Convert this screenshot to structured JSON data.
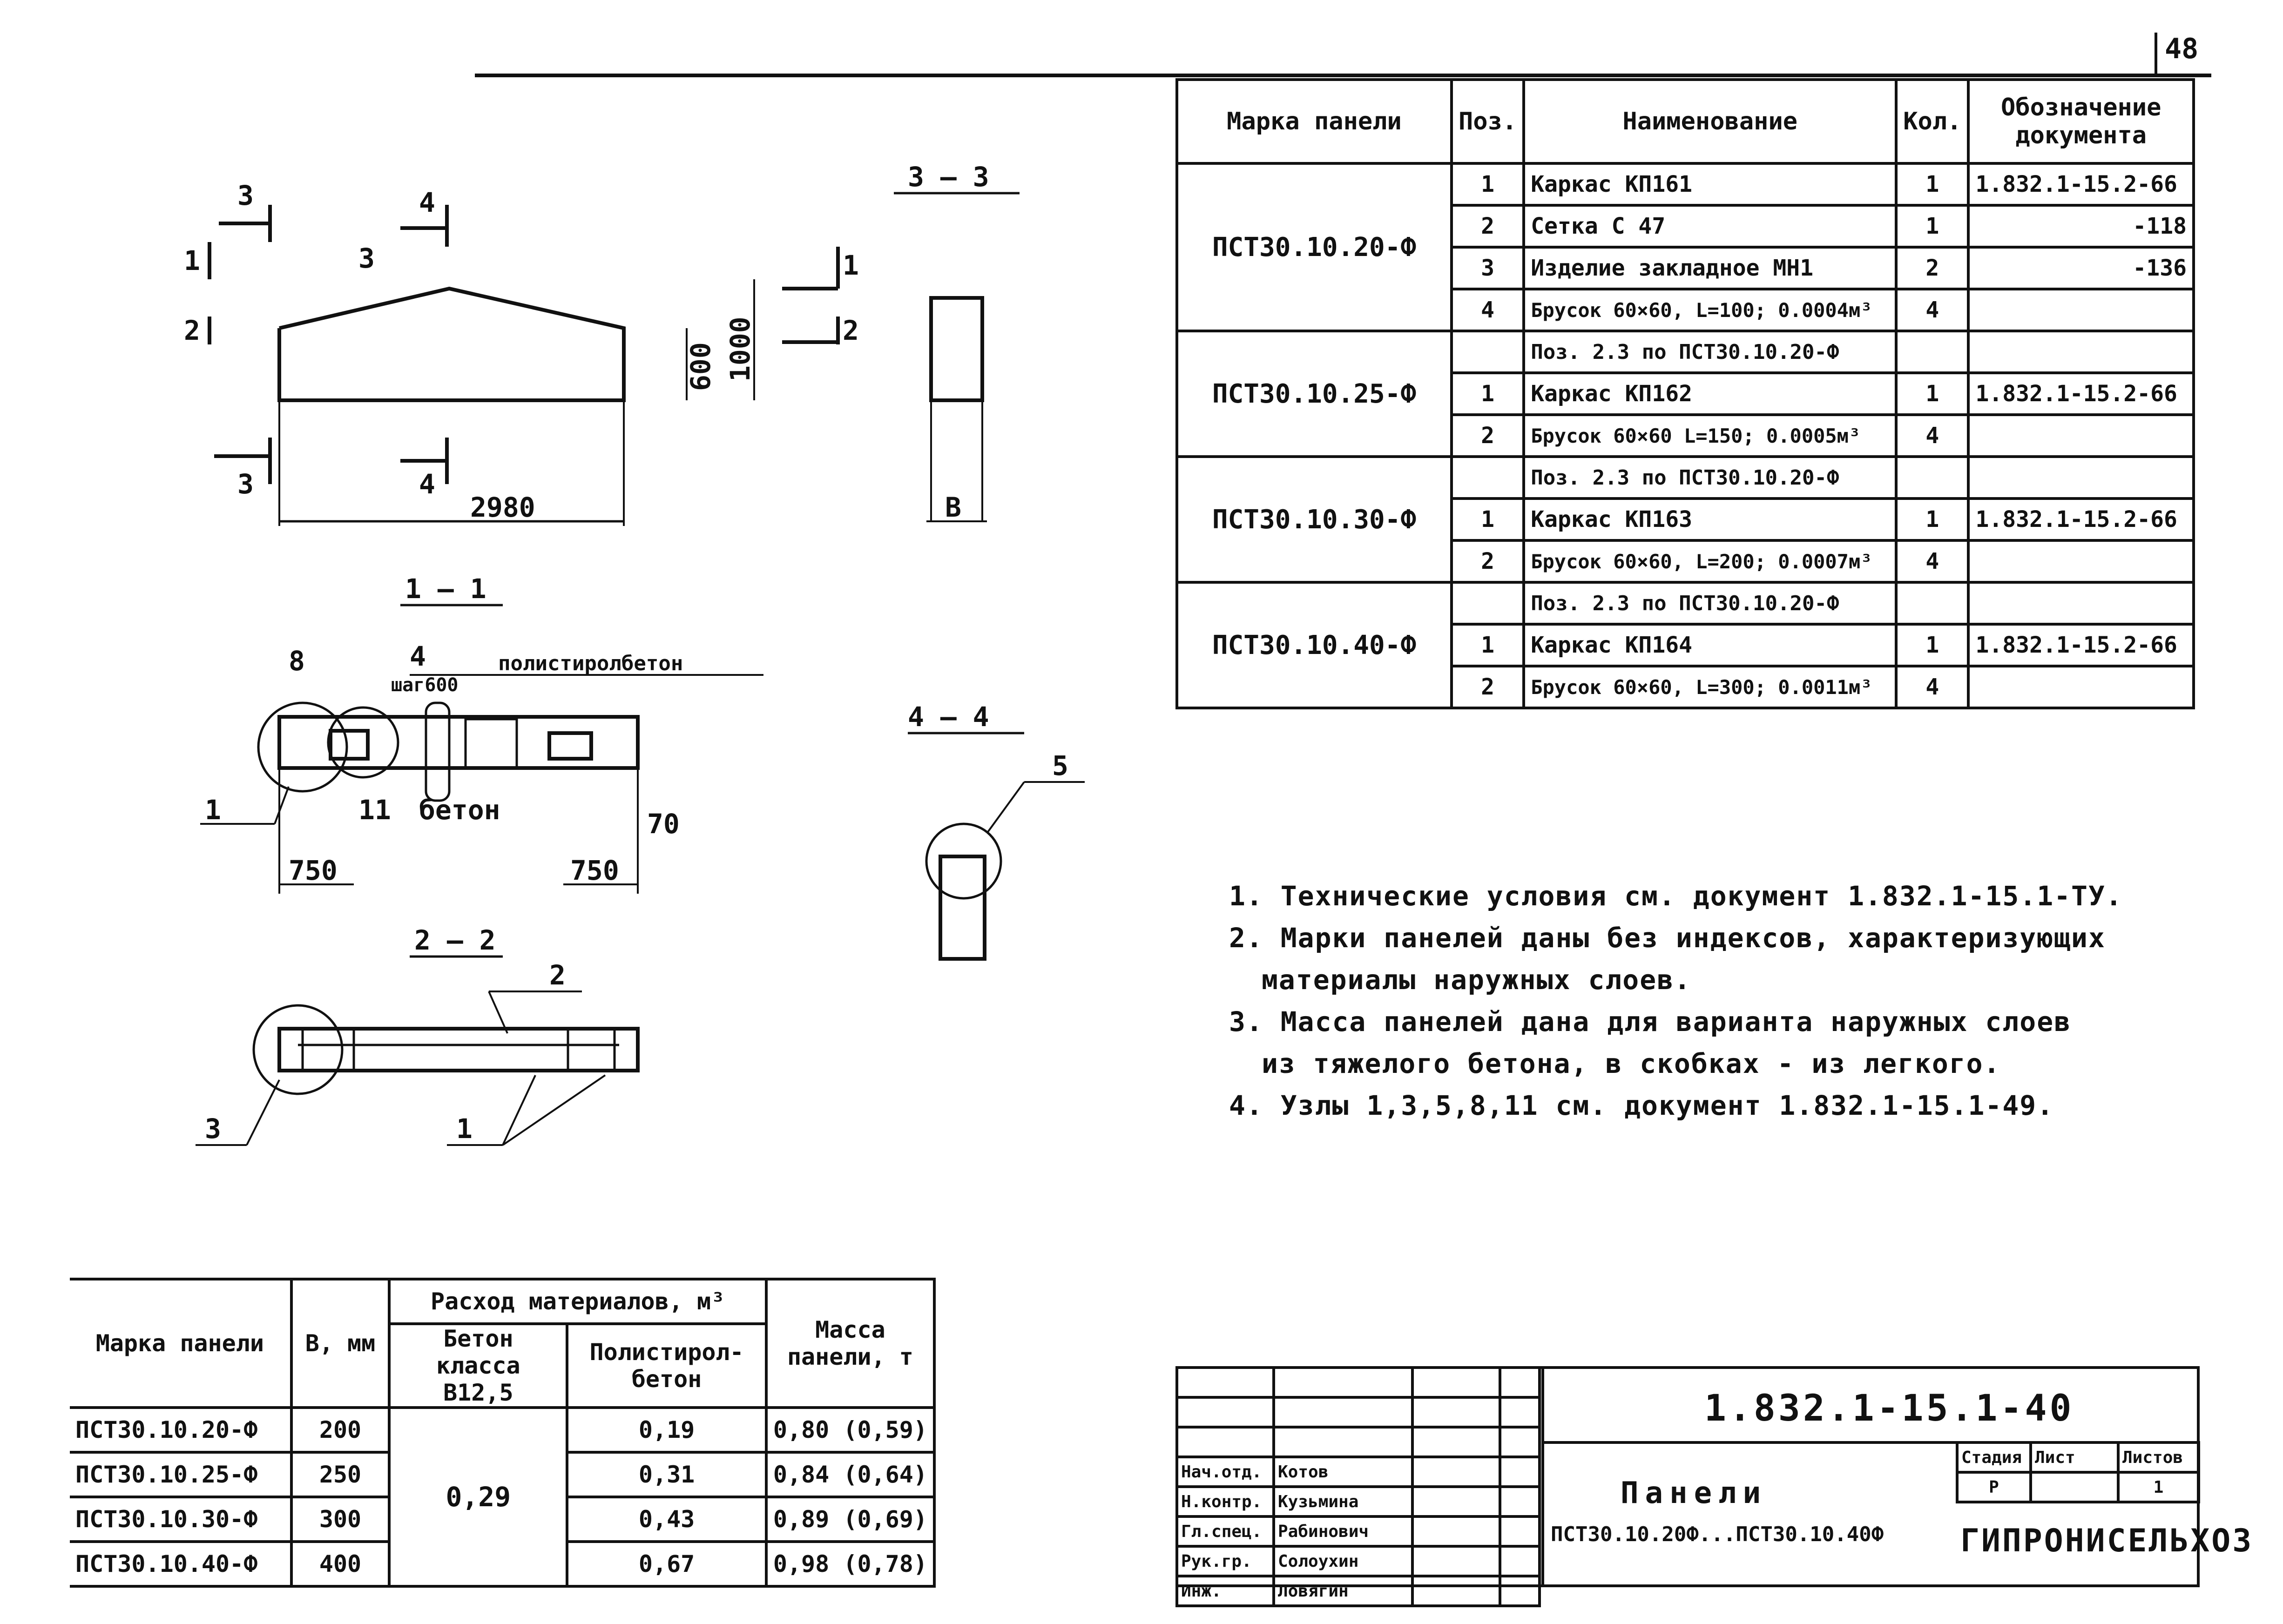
{
  "sheet": {
    "page_number": "48"
  },
  "drawing": {
    "main_view": {
      "length": "2980",
      "height_low": "600",
      "height_high": "1000",
      "pos_3": "3"
    },
    "cut_marks": {
      "c3": "3",
      "c4": "4",
      "c1": "1",
      "c2": "2"
    },
    "section_3_3": {
      "title": "3 – 3",
      "dim": "B"
    },
    "section_1_1": {
      "title": "1 – 1",
      "labels": {
        "p8": "8",
        "p4": "4",
        "step": "шаг600",
        "polystyrene": "полистиролбетон",
        "beton": "бетон",
        "p1": "1",
        "p11": "11"
      },
      "dims": {
        "left": "750",
        "right": "750",
        "edge": "70"
      }
    },
    "section_4_4": {
      "title": "4 – 4",
      "label": "5"
    },
    "section_2_2": {
      "title": "2 – 2",
      "label_top": "2",
      "label_left": "3",
      "label_bottom": "1"
    }
  },
  "spec_table": {
    "headers": {
      "mark": "Марка панели",
      "pos": "Поз.",
      "name": "Наименование",
      "qty": "Кол.",
      "doc": "Обозначение документа"
    },
    "groups": [
      {
        "mark": "ПСТ30.10.20-Ф",
        "rows": [
          {
            "pos": "1",
            "name": "Каркас КП161",
            "qty": "1",
            "doc": "1.832.1-15.2-66"
          },
          {
            "pos": "2",
            "name": "Сетка С 47",
            "qty": "1",
            "doc": "-118"
          },
          {
            "pos": "3",
            "name": "Изделие закладное МН1",
            "qty": "2",
            "doc": "-136"
          },
          {
            "pos": "4",
            "name": "Брусок 60×60, L=100; 0.0004м³",
            "qty": "4",
            "doc": ""
          }
        ]
      },
      {
        "mark": "ПСТ30.10.25-Ф",
        "rows": [
          {
            "pos": "",
            "name": "Поз. 2.3 по ПСТ30.10.20-Ф",
            "qty": "",
            "doc": ""
          },
          {
            "pos": "1",
            "name": "Каркас КП162",
            "qty": "1",
            "doc": "1.832.1-15.2-66"
          },
          {
            "pos": "2",
            "name": "Брусок 60×60 L=150; 0.0005м³",
            "qty": "4",
            "doc": ""
          }
        ]
      },
      {
        "mark": "ПСТ30.10.30-Ф",
        "rows": [
          {
            "pos": "",
            "name": "Поз. 2.3 по ПСТ30.10.20-Ф",
            "qty": "",
            "doc": ""
          },
          {
            "pos": "1",
            "name": "Каркас КП163",
            "qty": "1",
            "doc": "1.832.1-15.2-66"
          },
          {
            "pos": "2",
            "name": "Брусок 60×60, L=200; 0.0007м³",
            "qty": "4",
            "doc": ""
          }
        ]
      },
      {
        "mark": "ПСТ30.10.40-Ф",
        "rows": [
          {
            "pos": "",
            "name": "Поз. 2.3 по ПСТ30.10.20-Ф",
            "qty": "",
            "doc": ""
          },
          {
            "pos": "1",
            "name": "Каркас КП164",
            "qty": "1",
            "doc": "1.832.1-15.2-66"
          },
          {
            "pos": "2",
            "name": "Брусок 60×60, L=300; 0.0011м³",
            "qty": "4",
            "doc": ""
          }
        ]
      }
    ]
  },
  "notes": [
    "1. Технические условия см. документ 1.832.1-15.1-ТУ.",
    "2. Марки панелей даны без индексов, характеризующих",
    "материалы наружных слоев.",
    "3. Масса панелей дана для варианта наружных слоев",
    "из тяжелого бетона, в скобках - из легкого.",
    "4. Узлы 1,3,5,8,11 см. документ 1.832.1-15.1-49."
  ],
  "materials_table": {
    "headers": {
      "mark": "Марка панели",
      "b": "B, мм",
      "consumption": "Расход материалов, м³",
      "concrete": "Бетон класса В12,5",
      "polystyrene": "Полистирол-бетон",
      "mass": "Масса панели, т"
    },
    "concrete_value": "0,29",
    "rows": [
      {
        "mark": "ПСТ30.10.20-Ф",
        "b": "200",
        "poly": "0,19",
        "mass": "0,80 (0,59)"
      },
      {
        "mark": "ПСТ30.10.25-Ф",
        "b": "250",
        "poly": "0,31",
        "mass": "0,84 (0,64)"
      },
      {
        "mark": "ПСТ30.10.30-Ф",
        "b": "300",
        "poly": "0,43",
        "mass": "0,89 (0,69)"
      },
      {
        "mark": "ПСТ30.10.40-Ф",
        "b": "400",
        "poly": "0,67",
        "mass": "0,98 (0,78)"
      }
    ]
  },
  "title_block": {
    "code": "1.832.1-15.1-40",
    "title": "Панели",
    "subtitle": "ПСТ30.10.20Ф...ПСТ30.10.40Ф",
    "stage_label": "Стадия",
    "sheet_label": "Лист",
    "sheets_label": "Листов",
    "stage": "Р",
    "sheets": "1",
    "org": "ГИПРОНИСЕЛЬХОЗ",
    "signatures": [
      {
        "role": "Нач.отд.",
        "name": "Котов"
      },
      {
        "role": "Н.контр.",
        "name": "Кузьмина"
      },
      {
        "role": "Гл.спец.",
        "name": "Рабинович"
      },
      {
        "role": "Рук.гр.",
        "name": "Солоухин"
      },
      {
        "role": "Инж.",
        "name": "Ловягин"
      }
    ]
  }
}
